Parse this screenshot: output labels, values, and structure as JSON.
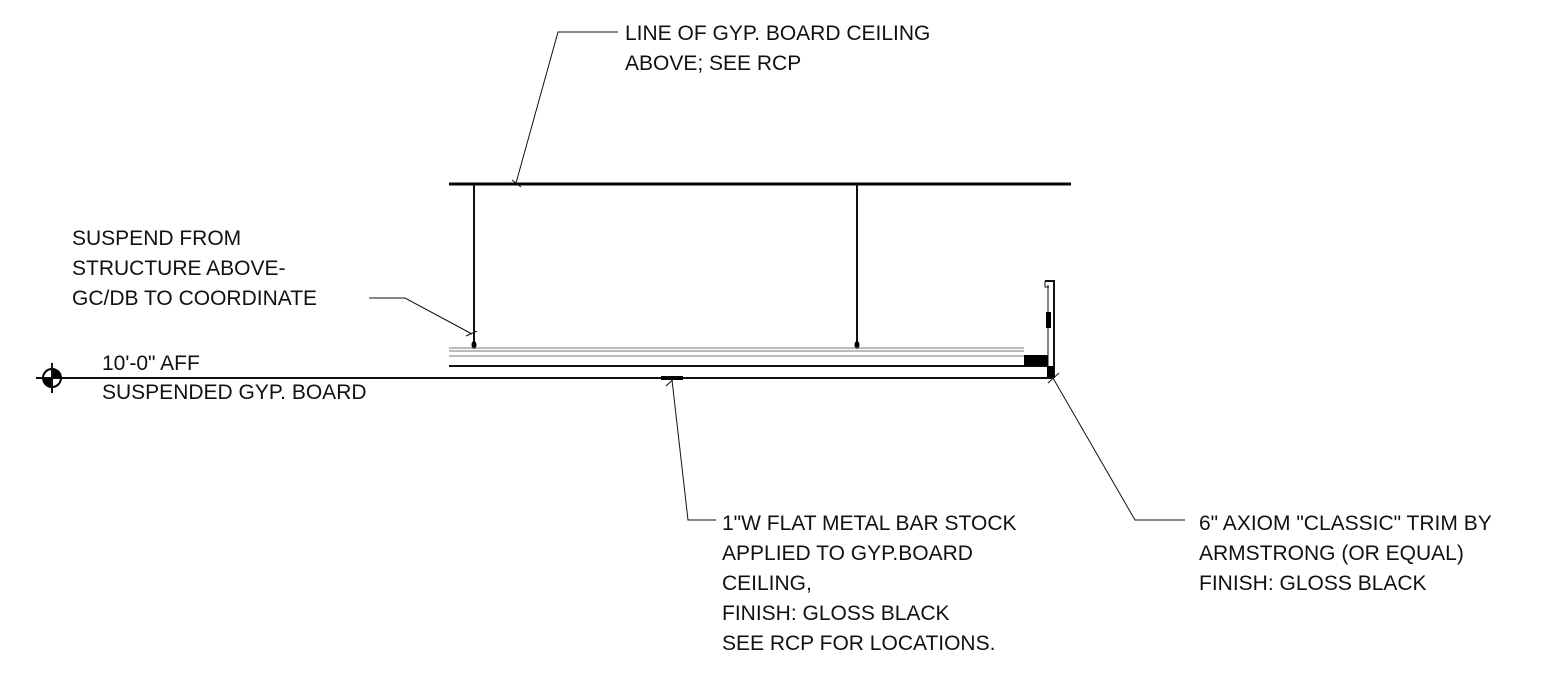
{
  "notes": {
    "ceiling_line": [
      "LINE OF GYP. BOARD CEILING",
      "ABOVE; SEE RCP"
    ],
    "suspend": [
      "SUSPEND FROM",
      "STRUCTURE ABOVE-",
      "GC/DB TO COORDINATE"
    ],
    "elevation": [
      "10'-0\" AFF",
      "SUSPENDED GYP. BOARD"
    ],
    "bar_stock": [
      "1\"W FLAT METAL BAR STOCK",
      "APPLIED TO GYP.BOARD",
      "CEILING,",
      "FINISH: GLOSS BLACK",
      "SEE RCP FOR LOCATIONS."
    ],
    "trim": [
      "6\" AXIOM \"CLASSIC\" TRIM BY",
      "ARMSTRONG (OR EQUAL)",
      "FINISH: GLOSS BLACK"
    ]
  },
  "colors": {
    "line": "#111111",
    "background": "#ffffff"
  },
  "icons": {
    "elevation_marker": "datum-target-icon"
  }
}
